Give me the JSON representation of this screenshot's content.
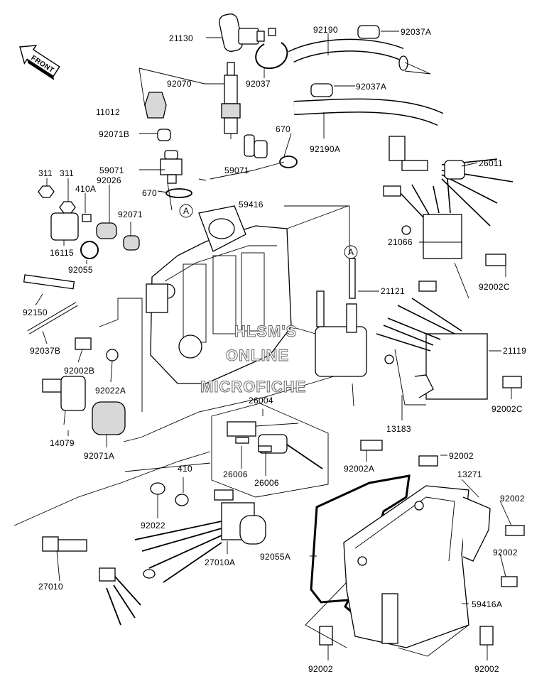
{
  "front_arrow": {
    "text": "FRONT"
  },
  "labels": {
    "l21130": "21130",
    "l92190": "92190",
    "l92037A_top": "92037A",
    "l92070": "92070",
    "l92037": "92037",
    "l92037A_mid": "92037A",
    "l11012": "11012",
    "l670_top": "670",
    "l92190A": "92190A",
    "l92071B": "92071B",
    "l26011": "26011",
    "l59071_left": "59071",
    "l59071_right": "59071",
    "l311_a": "311",
    "l311_b": "311",
    "l410A": "410A",
    "l92026": "92026",
    "l670_mid": "670",
    "l59416": "59416",
    "l92071": "92071",
    "lA_left": "A",
    "lA_right": "A",
    "l21066": "21066",
    "l16115": "16115",
    "l92055": "92055",
    "l21121": "21121",
    "l92002C_top": "92002C",
    "l92150": "92150",
    "l92037B": "92037B",
    "l21119": "21119",
    "l92002B": "92002B",
    "l92022A": "92022A",
    "l92002C_bot": "92002C",
    "l26004": "26004",
    "l13183": "13183",
    "l14079": "14079",
    "l92071A": "92071A",
    "l26006_a": "26006",
    "l26006_b": "26006",
    "l92002A": "92002A",
    "l92002_top": "92002",
    "l410": "410",
    "l13271": "13271",
    "l92002_right1": "92002",
    "l92022": "92022",
    "l92055A": "92055A",
    "l27010A": "27010A",
    "l92002_right2": "92002",
    "l27010": "27010",
    "l59416A": "59416A",
    "l92002_botl": "92002",
    "l92002_botr": "92002"
  },
  "watermark": [
    "HLSM'S",
    "ONLINE",
    "MICROFICHE"
  ]
}
